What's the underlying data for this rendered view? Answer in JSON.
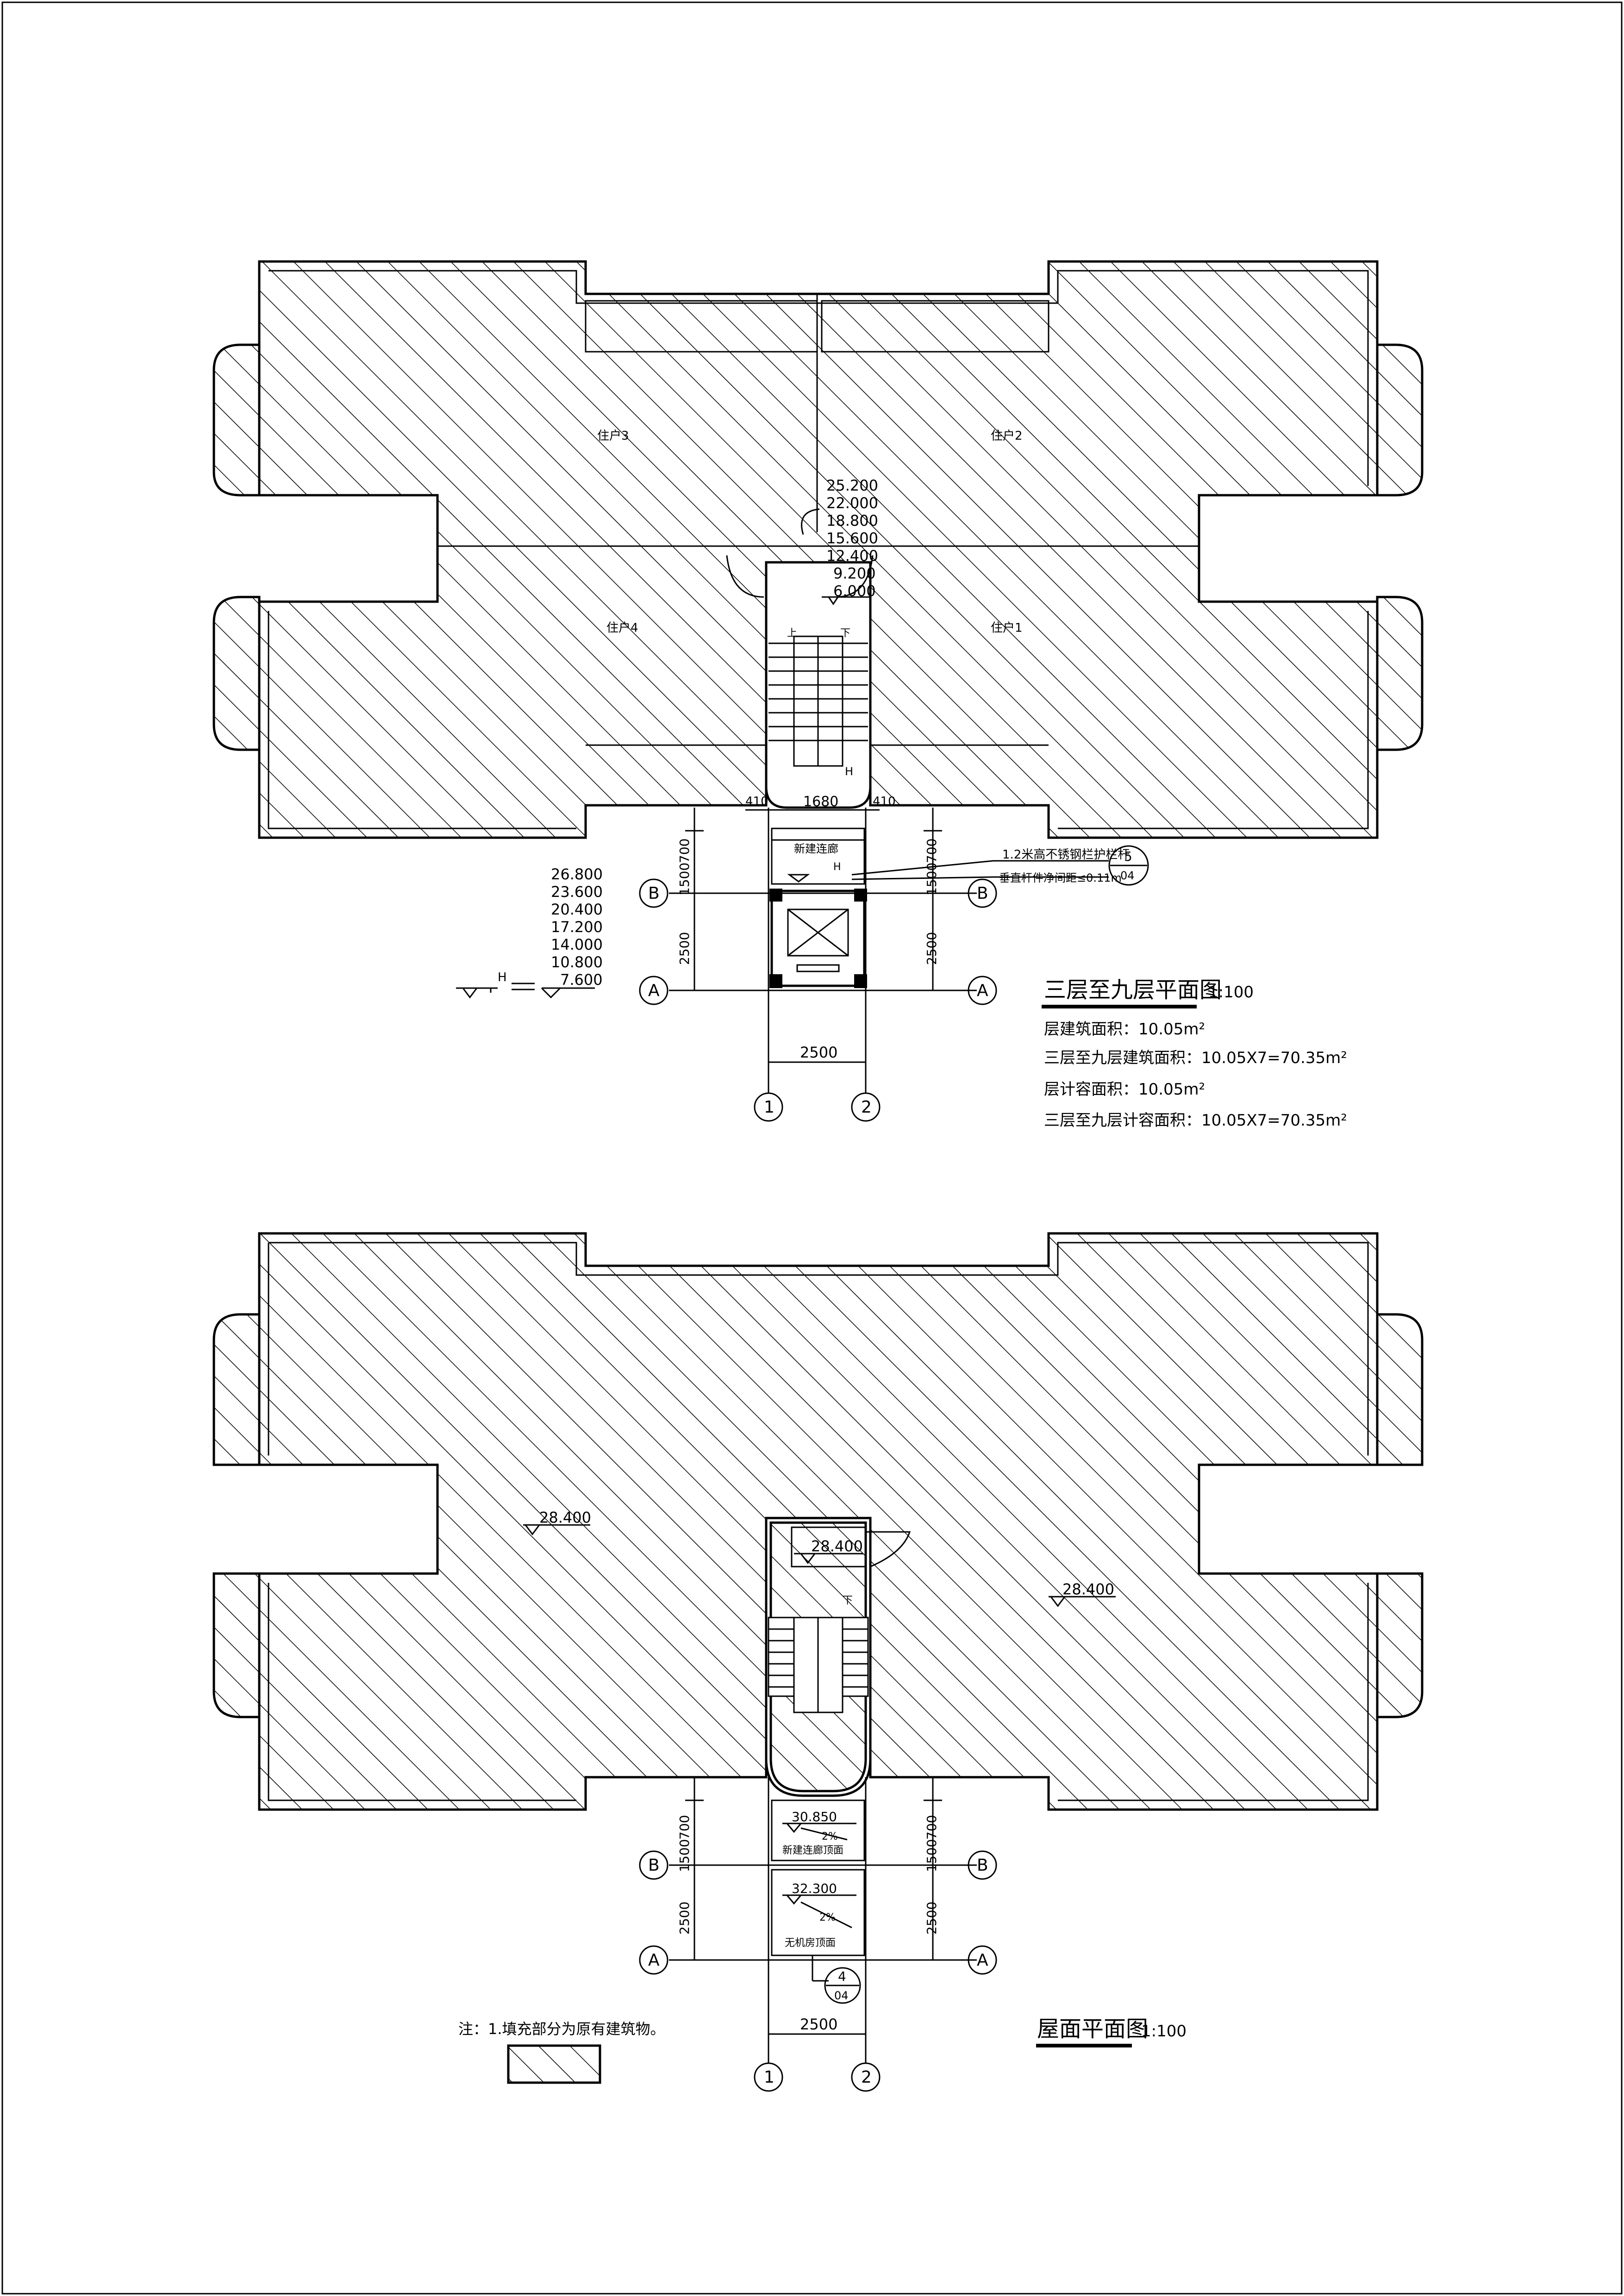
{
  "upper_plan": {
    "title": "三层至九层平面图",
    "scale": "1:100",
    "notes": [
      "层建筑面积：10.05m²",
      "三层至九层建筑面积：10.05X7=70.35m²",
      "层计容面积：10.05m²",
      "三层至九层计容面积：10.05X7=70.35m²"
    ],
    "unit_labels": [
      "住户3",
      "住户2",
      "住户4",
      "住户1"
    ],
    "stair_levels": [
      "25.200",
      "22.000",
      "18.800",
      "15.600",
      "12.400",
      "9.200",
      "6.000"
    ],
    "corridor_levels": [
      "26.800",
      "23.600",
      "20.400",
      "17.200",
      "14.000",
      "10.800",
      "7.600"
    ],
    "level_mark": "H",
    "corridor_label": "新建连廊",
    "railing_note_1": "1.2米高不锈钢栏护栏杆",
    "railing_note_2": "垂直杆件净间距≤0.11m",
    "detail_ref": {
      "number": "5",
      "sheet": "04"
    },
    "dims": {
      "opening": "1680",
      "side_left": "410",
      "side_right": "410",
      "d700": "700",
      "d1500": "1500",
      "d2500": "2500",
      "bottom": "2500"
    },
    "stair_marks": {
      "up": "上",
      "down": "下"
    },
    "axes": {
      "a": "A",
      "b": "B",
      "one": "1",
      "two": "2"
    }
  },
  "roof_plan": {
    "title": "屋面平面图",
    "scale": "1:100",
    "levels": [
      "28.400",
      "28.400",
      "28.400"
    ],
    "corridor_roof_level": "30.850",
    "corridor_roof_label": "新建连廊顶面",
    "machine_roof_level": "32.300",
    "machine_roof_label": "无机房顶面",
    "slope_1": "2%",
    "slope_2": "2%",
    "detail_ref": {
      "number": "4",
      "sheet": "04"
    },
    "stair_mark": "下",
    "dims": {
      "d700": "700",
      "d1500": "1500",
      "d2500": "2500",
      "bottom": "2500"
    },
    "axes": {
      "a": "A",
      "b": "B",
      "one": "1",
      "two": "2"
    }
  },
  "legend_note": "注：1.填充部分为原有建筑物。"
}
